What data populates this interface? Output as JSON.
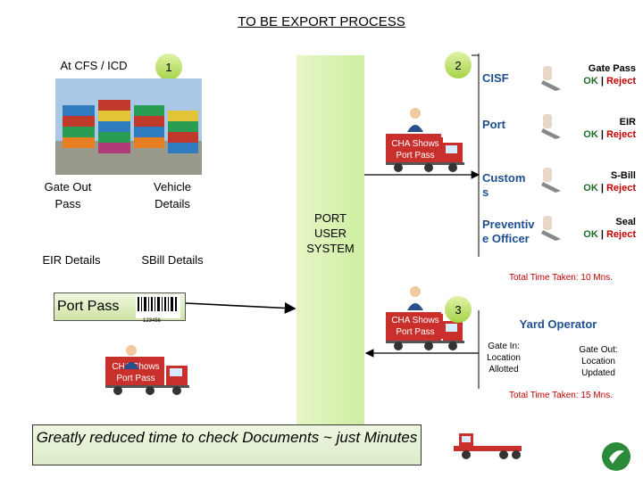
{
  "title": "TO BE EXPORT PROCESS",
  "left": {
    "location": "At CFS / ICD",
    "step1": "1",
    "gate_out_pass": "Gate Out Pass",
    "vehicle_details": "Vehicle Details",
    "eir_details": "EIR Details",
    "sbill_details": "SBill Details",
    "port_pass": "Port Pass",
    "barcode_number": "123456",
    "truck_label": "CHA Shows Port Pass"
  },
  "center": {
    "system": "PORT USER SYSTEM",
    "truck1_label": "CHA Shows Port Pass",
    "truck2_label": "CHA Shows Port Pass"
  },
  "right": {
    "step2": "2",
    "step3": "3",
    "officers": [
      {
        "role": "CISF",
        "decision": "Gate Pass",
        "ok": "OK",
        "sep": "|",
        "reject": "Reject"
      },
      {
        "role": "Port",
        "decision": "EIR",
        "ok": "OK",
        "sep": "|",
        "reject": "Reject"
      },
      {
        "role": "Custom s",
        "decision": "S-Bill",
        "ok": "OK",
        "sep": "|",
        "reject": "Reject"
      },
      {
        "role": "Preventiv e Officer",
        "decision": "Seal",
        "ok": "OK",
        "sep": "|",
        "reject": "Reject"
      }
    ],
    "total_time_1": "Total Time Taken: 10 Mns.",
    "yard_operator": "Yard Operator",
    "gate_in": "Gate In: Location Allotted",
    "gate_out": "Gate Out: Location Updated",
    "total_time_2": "Total Time Taken: 15 Mns."
  },
  "bottom": {
    "message": "Greatly reduced time to check Documents ~ just Minutes"
  },
  "colors": {
    "accent_green": "#cfeea0",
    "reject_red": "#c00000",
    "ok_green": "#1a6b2a",
    "role_blue": "#1d4f8f",
    "truck_red": "#c9302c"
  }
}
